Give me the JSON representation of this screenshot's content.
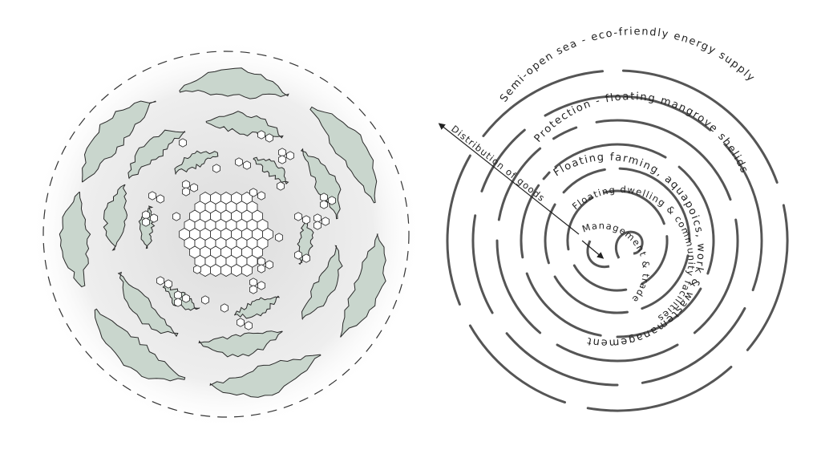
{
  "colors": {
    "island_fill": "#c9d6cd",
    "island_stroke": "#2a2a2a",
    "ring_stroke": "#555555",
    "halo": "#e9e9e9",
    "text": "#222222"
  },
  "spiral_labels": {
    "ring1": "Semi-open sea - eco-friendly energy supply",
    "ring2": "Protection - floating mangrove shelids",
    "ring3": "Floating farming, aquapoics, work & wastemanagement",
    "ring4": "Floating dwelling & community facilities",
    "ring5": "Management & trade",
    "radial": "Distribution of goods"
  },
  "icons": {
    "radial_arrow": "arrow-up-left-icon",
    "center_arrow": "arrow-down-right-icon",
    "hexagon": "hexagon-icon"
  }
}
